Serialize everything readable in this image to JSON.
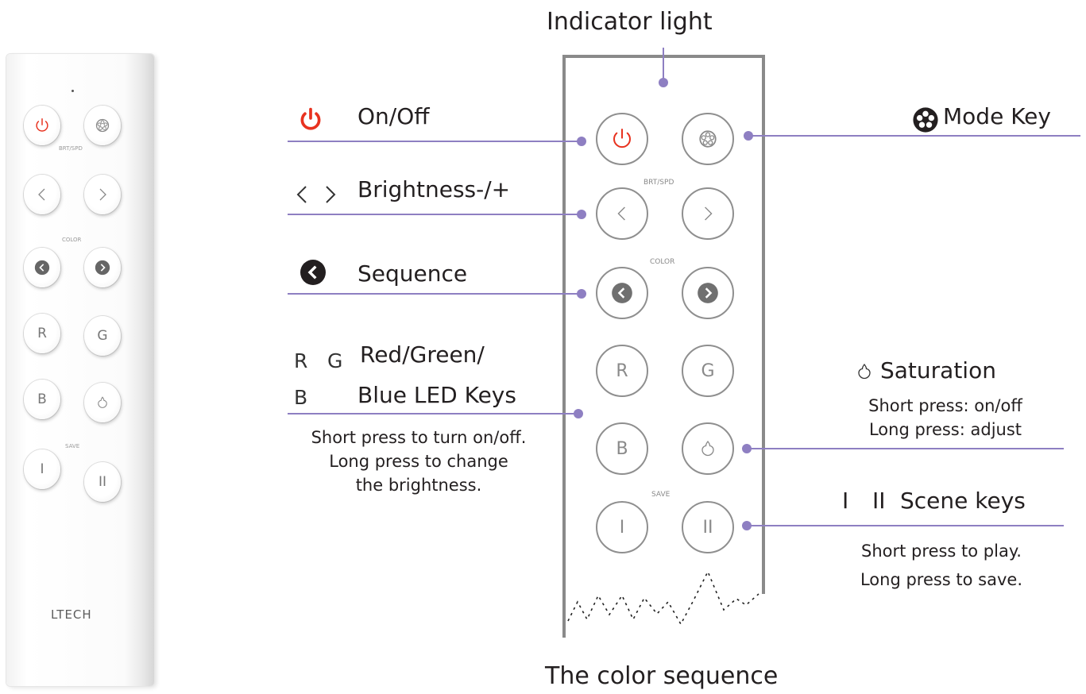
{
  "photo": {
    "labels": {
      "brt_spd": "BRT/SPD",
      "color": "COLOR",
      "save": "SAVE"
    },
    "keys": {
      "r": "R",
      "g": "G",
      "b": "B",
      "scene1": "I",
      "scene2": "II"
    },
    "brand": "LTECH"
  },
  "diagram": {
    "labels": {
      "brt_spd": "BRT/SPD",
      "color": "COLOR",
      "save": "SAVE"
    },
    "keys": {
      "r": "R",
      "g": "G",
      "b": "B",
      "scene1": "I",
      "scene2": "II"
    }
  },
  "annotations": {
    "indicator": "Indicator light",
    "onoff": "On/Off",
    "brightness": "Brightness-/+",
    "sequence": "Sequence",
    "rgb": {
      "r_letter": "R",
      "g_letter": "G",
      "b_letter": "B",
      "line1": "Red/Green/",
      "line2": "Blue LED Keys",
      "desc1": "Short press to turn on/off.",
      "desc2": "Long press to change",
      "desc3": "the brightness."
    },
    "mode": "Mode Key",
    "saturation": {
      "title": "Saturation",
      "desc1": "Short press: on/off",
      "desc2": "Long press: adjust"
    },
    "scene": {
      "i_glyph": "I",
      "ii_glyph": "II",
      "title": "Scene keys",
      "desc1": "Short press to play.",
      "desc2": "Long press to save."
    },
    "footer": "The color sequence"
  },
  "colors": {
    "power_red": "#e8321f",
    "accent_line": "#8e7fc2",
    "outline_gray": "#8a8a8a"
  },
  "icons": [
    "power-icon",
    "mode-icon",
    "chevron-left-icon",
    "chevron-right-icon",
    "color-left-icon",
    "color-right-icon",
    "saturation-icon"
  ]
}
